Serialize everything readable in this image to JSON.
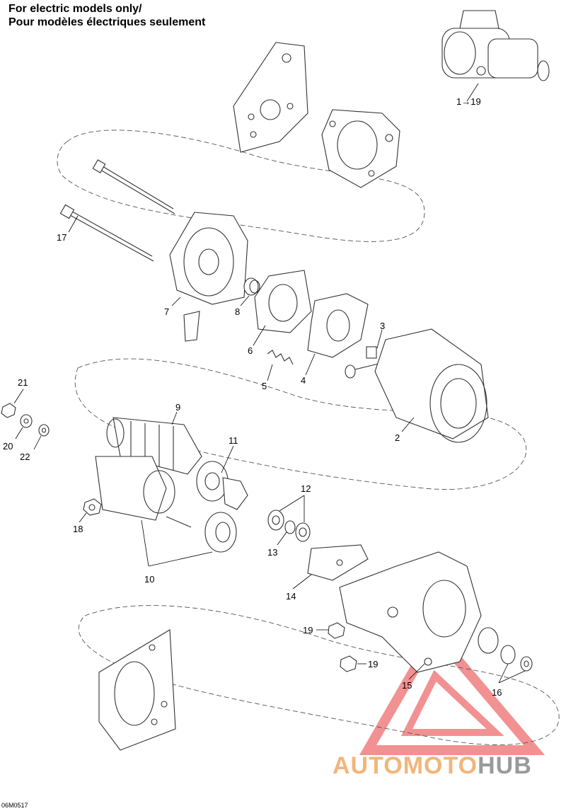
{
  "header": {
    "line1": "For electric models only/",
    "line2": "Pour modèles électriques seulement"
  },
  "assembly_label": "1→19",
  "parts": {
    "p2": "2",
    "p3": "3",
    "p4": "4",
    "p5": "5",
    "p6": "6",
    "p7": "7",
    "p8": "8",
    "p9": "9",
    "p10": "10",
    "p11": "11",
    "p12": "12",
    "p13": "13",
    "p14": "14",
    "p15": "15",
    "p16": "16",
    "p17": "17",
    "p18": "18",
    "p19a": "19",
    "p19b": "19",
    "p20": "20",
    "p21": "21",
    "p22": "22"
  },
  "drawing_code": "06M0517",
  "watermark": {
    "part1": "AUTO",
    "part2": "MOTO",
    "part3": "HUB"
  },
  "colors": {
    "watermark_orange": "#f2b57a",
    "watermark_red": "#e8393a",
    "watermark_gray": "#9a9a9a"
  }
}
